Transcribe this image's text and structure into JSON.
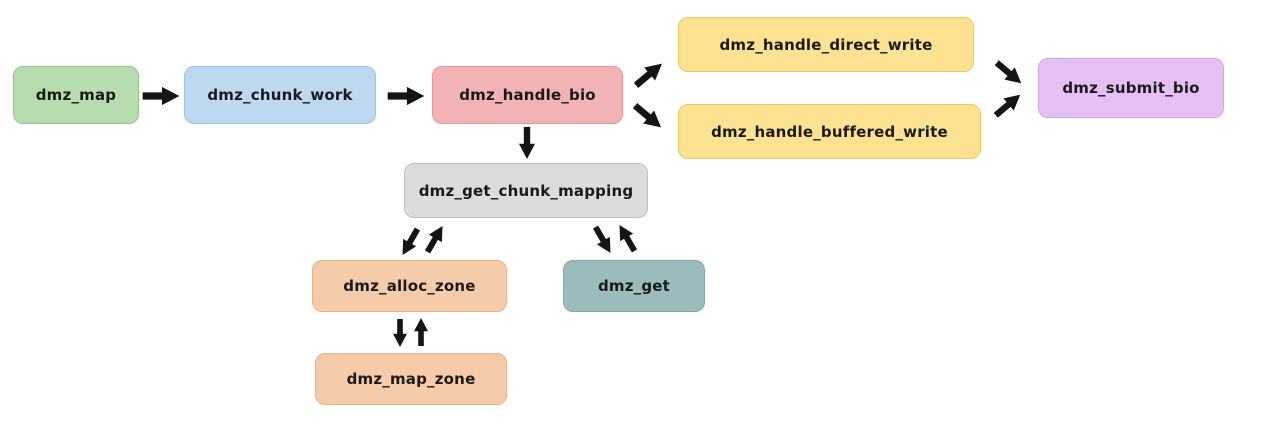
{
  "diagram": {
    "description": "Flow diagram of dm-zoned kernel functions",
    "arrow_color": "#151515",
    "nodes": [
      {
        "id": "dmz_map",
        "label": "dmz_map",
        "color": "#b7dcae",
        "border": "#94c48c"
      },
      {
        "id": "dmz_chunk_work",
        "label": "dmz_chunk_work",
        "color": "#bdd9ef",
        "border": "#9cc3e5"
      },
      {
        "id": "dmz_handle_bio",
        "label": "dmz_handle_bio",
        "color": "#f2b3b6",
        "border": "#e79598"
      },
      {
        "id": "dmz_handle_direct_write",
        "label": "dmz_handle_direct_write",
        "color": "#fce291",
        "border": "#ecca66"
      },
      {
        "id": "dmz_handle_buffered_write",
        "label": "dmz_handle_buffered_write",
        "color": "#fce291",
        "border": "#ecca66"
      },
      {
        "id": "dmz_submit_bio",
        "label": "dmz_submit_bio",
        "color": "#e5c0f4",
        "border": "#d3a3e8"
      },
      {
        "id": "dmz_get_chunk_mapping",
        "label": "dmz_get_chunk_mapping",
        "color": "#dcdcdc",
        "border": "#bfbfbf"
      },
      {
        "id": "dmz_alloc_zone",
        "label": "dmz_alloc_zone",
        "color": "#f6cbaa",
        "border": "#eab288"
      },
      {
        "id": "dmz_get",
        "label": "dmz_get",
        "color": "#9bbcbc",
        "border": "#84a8a8"
      },
      {
        "id": "dmz_map_zone",
        "label": "dmz_map_zone",
        "color": "#f6cbaa",
        "border": "#eab288"
      }
    ],
    "edges": [
      {
        "from": "dmz_map",
        "to": "dmz_chunk_work",
        "style": "single"
      },
      {
        "from": "dmz_chunk_work",
        "to": "dmz_handle_bio",
        "style": "single"
      },
      {
        "from": "dmz_handle_bio",
        "to": "dmz_handle_direct_write",
        "style": "single"
      },
      {
        "from": "dmz_handle_bio",
        "to": "dmz_handle_buffered_write",
        "style": "single"
      },
      {
        "from": "dmz_handle_direct_write",
        "to": "dmz_submit_bio",
        "style": "single"
      },
      {
        "from": "dmz_handle_buffered_write",
        "to": "dmz_submit_bio",
        "style": "single"
      },
      {
        "from": "dmz_handle_bio",
        "to": "dmz_get_chunk_mapping",
        "style": "single"
      },
      {
        "from": "dmz_get_chunk_mapping",
        "to": "dmz_alloc_zone",
        "style": "bidirectional"
      },
      {
        "from": "dmz_get_chunk_mapping",
        "to": "dmz_get",
        "style": "bidirectional"
      },
      {
        "from": "dmz_alloc_zone",
        "to": "dmz_map_zone",
        "style": "bidirectional"
      }
    ]
  }
}
